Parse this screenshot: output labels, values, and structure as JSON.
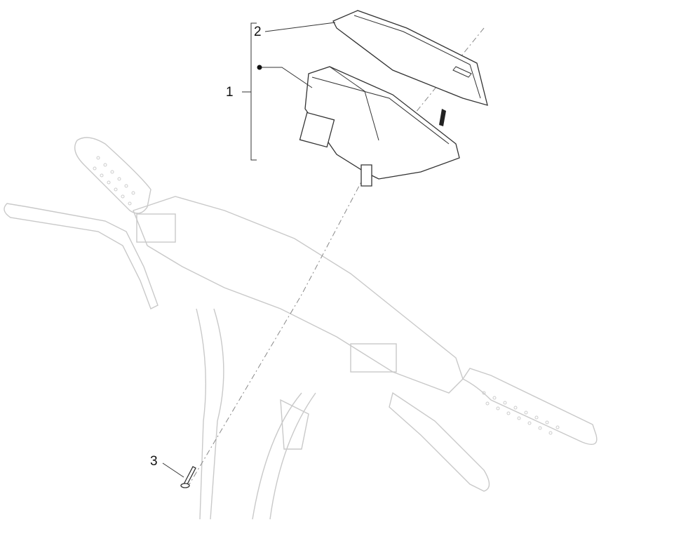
{
  "diagram": {
    "callouts": [
      {
        "number": "1",
        "part": "instrument-cluster-assembly"
      },
      {
        "number": "2",
        "part": "cluster-cover"
      },
      {
        "number": "3",
        "part": "screw"
      }
    ],
    "colors": {
      "ink": "#333333",
      "ghost": "#c9c9c9"
    }
  }
}
